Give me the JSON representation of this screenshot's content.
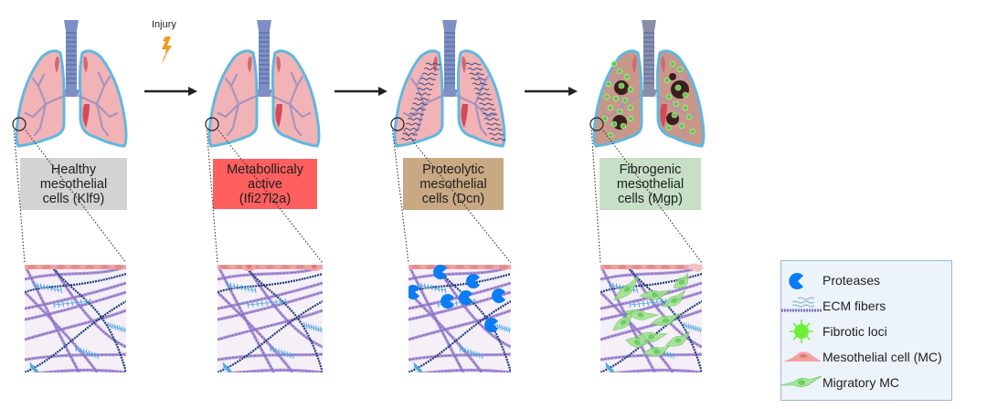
{
  "injury": {
    "label": "Injury",
    "icon": "lightning-bolt-icon",
    "color": "#f39a1e"
  },
  "stages": [
    {
      "id": "healthy",
      "label": "Healthy\nmesothelial\ncells (Klf9)",
      "box_color": "#d1d3d4",
      "lung_state": "healthy",
      "panel_feature": "ECM fibers with flat mesothelial layer"
    },
    {
      "id": "metabolic",
      "label": "Metabollicaly\nactive\n(Ifi27l2a)",
      "box_color": "#ff5f5f",
      "lung_state": "healthy",
      "panel_feature": "ECM fibers with swollen mesothelial cells"
    },
    {
      "id": "proteolytic",
      "label": "Proteolytic\nmesothelial\ncells (Dcn)",
      "box_color": "#c8a983",
      "lung_state": "wavy-ecm",
      "panel_feature": "ECM fibers with proteases"
    },
    {
      "id": "fibrogenic",
      "label": "Fibrogenic\nmesothelial\ncells (Mgp)",
      "box_color": "#c6dfc6",
      "lung_state": "fibrotic",
      "panel_feature": "ECM fibers with migratory mesothelial cells"
    }
  ],
  "legend": {
    "items": [
      {
        "icon": "protease-icon",
        "label": "Proteases"
      },
      {
        "icon": "ecm-fibers-icon",
        "label": "ECM fibers"
      },
      {
        "icon": "fibrotic-loci-icon",
        "label": "Fibrotic loci"
      },
      {
        "icon": "mesothelial-cell-icon",
        "label": "Mesothelial cell (MC)"
      },
      {
        "icon": "migratory-mc-icon",
        "label": "Migratory MC"
      }
    ]
  },
  "colors": {
    "lung_fill": "#f2b3b6",
    "lung_outline": "#5fb8e0",
    "trachea": "#7d8fc4",
    "fibrotic_lung_fill": "#c9978a",
    "arrow": "#222222",
    "protease": "#0a7cf4",
    "fibrotic_loci": "#6ef03a",
    "panel_bg": "#f5eff8"
  }
}
